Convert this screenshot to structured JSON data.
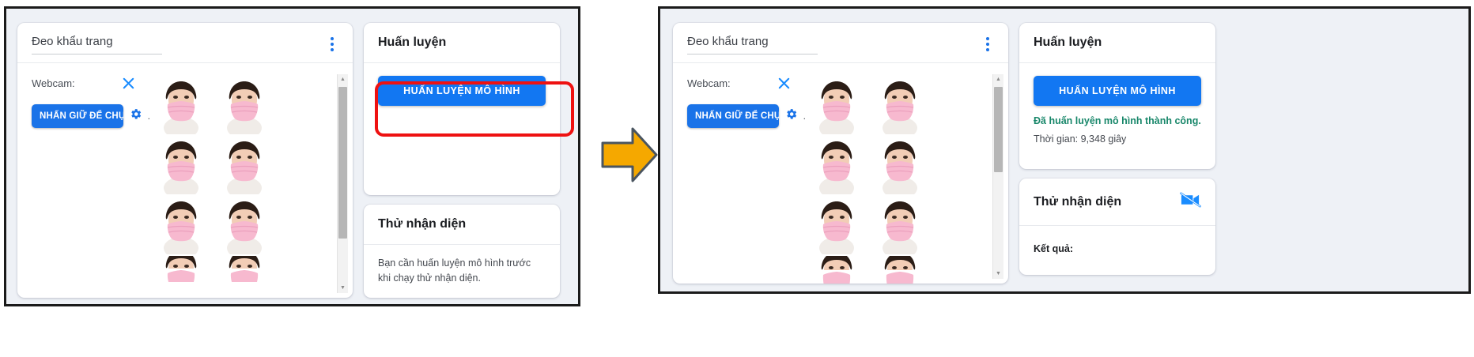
{
  "before": {
    "class_card": {
      "class_name": "Đeo khẩu trang",
      "menu_icon": "kebab-menu-icon",
      "webcam_label": "Webcam:",
      "close_icon": "close-icon",
      "capture_button": "NHẤN GIỮ ĐỂ CHỤP",
      "settings_icon": "gear-icon",
      "trailing_text": "."
    },
    "training_panel": {
      "title": "Huấn luyện",
      "train_button": "HUẤN LUYỆN MÔ HÌNH",
      "highlight_color": "#ee1111"
    },
    "preview_panel": {
      "title": "Thử nhận diện",
      "note": "Bạn cần huấn luyện mô hình trước khi chạy thử nhận diện."
    }
  },
  "after": {
    "class_card": {
      "class_name": "Đeo khẩu trang",
      "menu_icon": "kebab-menu-icon",
      "webcam_label": "Webcam:",
      "close_icon": "close-icon",
      "capture_button": "NHẤN GIỮ ĐỂ CHỤP",
      "settings_icon": "gear-icon",
      "trailing_text": "."
    },
    "training_panel": {
      "title": "Huấn luyện",
      "train_button": "HUẤN LUYỆN MÔ HÌNH",
      "success_message": "Đã huấn luyện mô hình thành công.",
      "success_color": "#18876a",
      "time_text": "Thời gian: 9,348 giây"
    },
    "preview_panel": {
      "title": "Thử nhận diện",
      "camera_icon": "camera-off-icon",
      "result_label": "Kết quả:"
    }
  },
  "arrow": {
    "icon": "right-arrow-icon",
    "fill": "#F5A800",
    "stroke": "#4a5560"
  },
  "theme": {
    "accent_blue": "#1a73e8",
    "button_blue": "#1277f2",
    "page_bg": "#eef1f6",
    "frame": "#1a1a1a"
  }
}
